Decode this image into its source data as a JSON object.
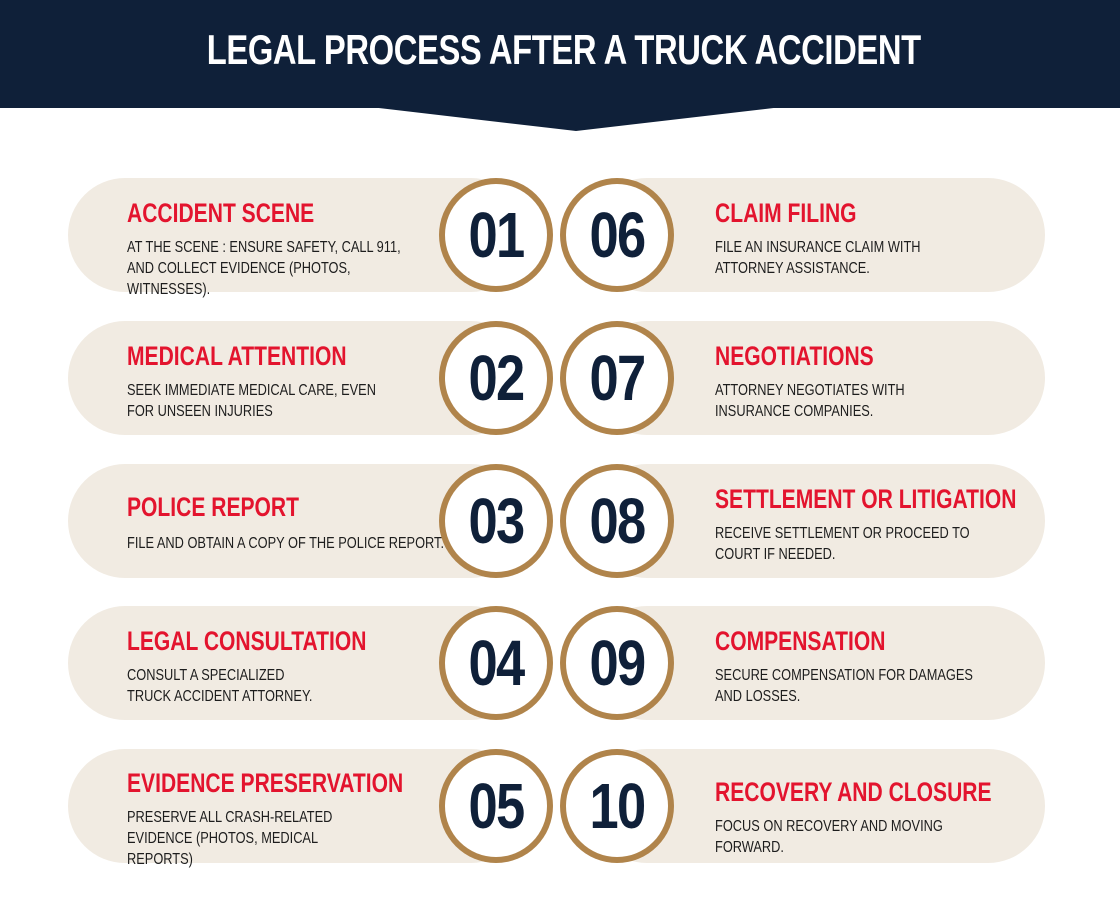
{
  "title": "LEGAL PROCESS AFTER A TRUCK ACCIDENT",
  "colors": {
    "header_bg": "#0f2039",
    "title_text": "#ffffff",
    "step_title": "#e3142e",
    "pill_bg": "#f1ebe2",
    "badge_ring": "#b0844b",
    "badge_number": "#0f2039"
  },
  "steps": [
    {
      "number": "01",
      "title": "ACCIDENT SCENE",
      "description": "AT THE SCENE : ENSURE SAFETY, CALL 911, AND COLLECT EVIDENCE (PHOTOS, WITNESSES)."
    },
    {
      "number": "02",
      "title": "MEDICAL ATTENTION",
      "description": "SEEK IMMEDIATE MEDICAL CARE, EVEN FOR UNSEEN INJURIES"
    },
    {
      "number": "03",
      "title": "POLICE REPORT",
      "description": "FILE AND OBTAIN A COPY OF THE POLICE REPORT."
    },
    {
      "number": "04",
      "title": "LEGAL CONSULTATION",
      "description": "CONSULT A SPECIALIZED TRUCK ACCIDENT ATTORNEY."
    },
    {
      "number": "05",
      "title": "EVIDENCE PRESERVATION",
      "description": "PRESERVE ALL CRASH-RELATED EVIDENCE (PHOTOS, MEDICAL REPORTS)"
    },
    {
      "number": "06",
      "title": "CLAIM FILING",
      "description": "FILE AN INSURANCE CLAIM WITH ATTORNEY ASSISTANCE."
    },
    {
      "number": "07",
      "title": "NEGOTIATIONS",
      "description": "ATTORNEY NEGOTIATES WITH INSURANCE COMPANIES."
    },
    {
      "number": "08",
      "title": "SETTLEMENT OR LITIGATION",
      "description": "RECEIVE SETTLEMENT OR PROCEED TO COURT IF NEEDED."
    },
    {
      "number": "09",
      "title": "COMPENSATION",
      "description": "SECURE COMPENSATION FOR DAMAGES AND LOSSES."
    },
    {
      "number": "10",
      "title": "RECOVERY AND CLOSURE",
      "description": "FOCUS ON RECOVERY AND MOVING FORWARD."
    }
  ]
}
